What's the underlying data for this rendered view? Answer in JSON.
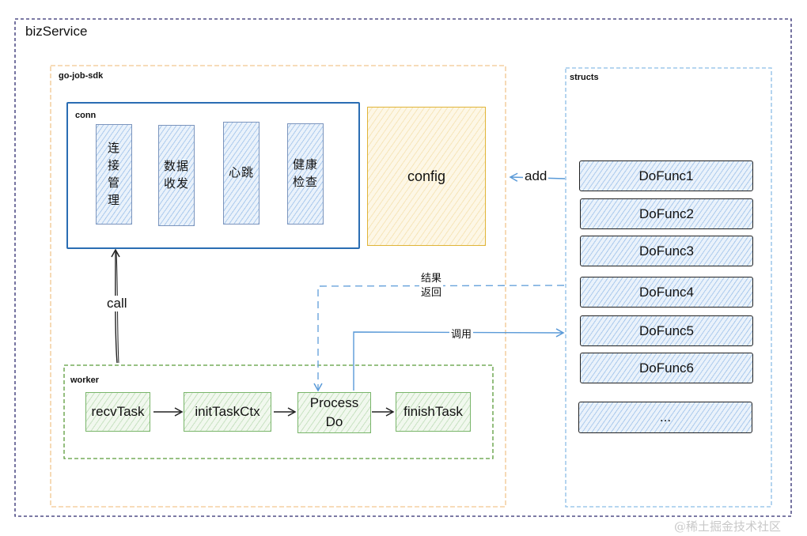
{
  "diagram": {
    "containers": {
      "biz_service": {
        "label": "bizService",
        "border_color": "#2d2a6e"
      },
      "go_job_sdk": {
        "label": "go-job-sdk",
        "border_color": "#f2c78f"
      },
      "conn": {
        "label": "conn",
        "border_color": "#2a6db3"
      },
      "worker": {
        "label": "worker",
        "border_color": "#5b9c3a"
      },
      "structs": {
        "label": "structs",
        "border_color": "#8bbde6"
      }
    },
    "conn_modules": [
      {
        "label": "连接管理"
      },
      {
        "label": "数据收发"
      },
      {
        "label": "心跳"
      },
      {
        "label": "健康检查"
      }
    ],
    "config": {
      "label": "config",
      "border_color": "#e0b437"
    },
    "worker_steps": [
      {
        "label": "recvTask"
      },
      {
        "label": "initTaskCtx"
      },
      {
        "label": "Process Do"
      },
      {
        "label": "finishTask"
      }
    ],
    "struct_funcs": [
      {
        "label": "DoFunc1"
      },
      {
        "label": "DoFunc2"
      },
      {
        "label": "DoFunc3"
      },
      {
        "label": "DoFunc4"
      },
      {
        "label": "DoFunc5"
      },
      {
        "label": "DoFunc6"
      },
      {
        "label": "..."
      }
    ],
    "edges": {
      "call": {
        "label": "call",
        "from": "worker",
        "to": "conn"
      },
      "add": {
        "label": "add",
        "from": "structs",
        "to": "config"
      },
      "result_return": {
        "label_line1": "结果",
        "label_line2": "返回",
        "from": "structs",
        "to": "Process Do"
      },
      "invoke": {
        "label": "调用",
        "from": "Process Do",
        "to": "structs"
      }
    },
    "watermark": "@稀土掘金技术社区"
  }
}
